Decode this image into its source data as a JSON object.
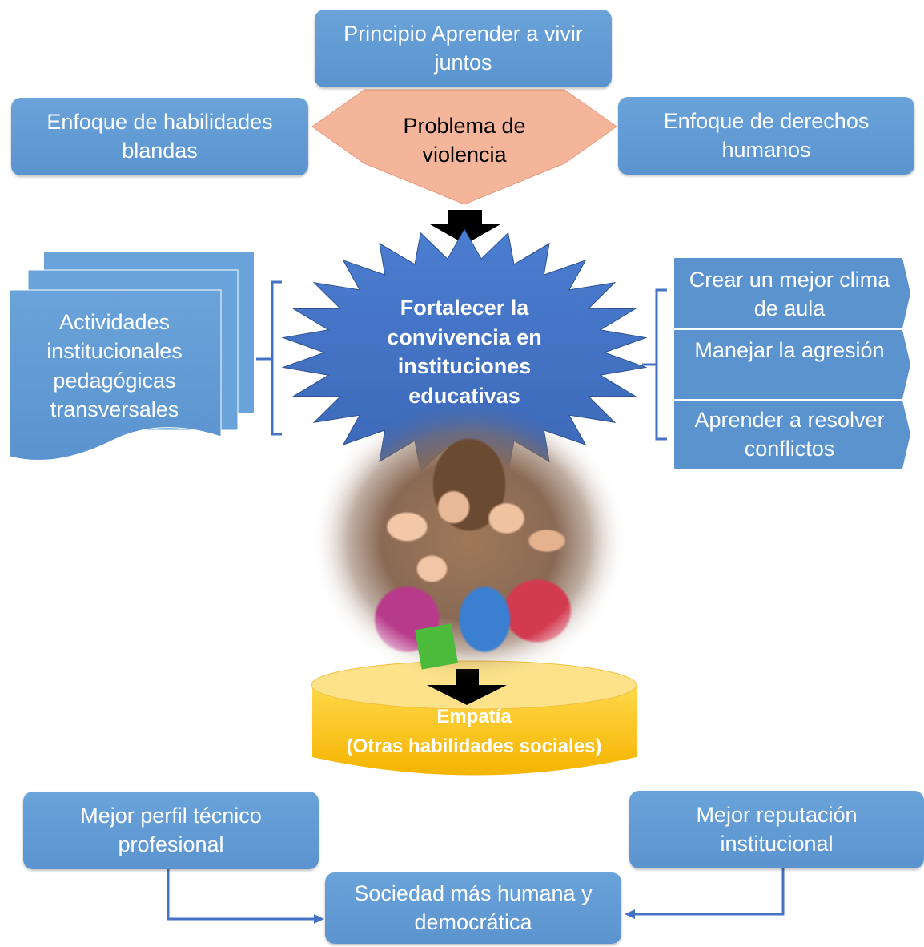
{
  "top": {
    "principle": "Principio Aprender a vivir juntos"
  },
  "left_focus": "Enfoque de habilidades blandas",
  "right_focus": "Enfoque de derechos humanos",
  "problem": "Problema de violencia",
  "center": "Fortalecer la convivencia en instituciones educativas",
  "activities": "Actividades institucionales pedagógicas transversales",
  "outcomes": [
    "Crear un mejor clima de aula",
    "Manejar la agresión",
    "Aprender a resolver conflictos"
  ],
  "cylinder": {
    "line1": "Empatía",
    "line2": "(Otras habilidades sociales)"
  },
  "bottom": {
    "left": "Mejor perfil técnico profesional",
    "right": "Mejor reputación institucional",
    "center": "Sociedad más humana y democrática"
  },
  "colors": {
    "box_blue": "#5b9bd5",
    "diamond_fill": "#f4b59a",
    "star_fill": "#4472c4",
    "cylinder_gold": "#ffc000",
    "connector_blue": "#4472c4"
  }
}
